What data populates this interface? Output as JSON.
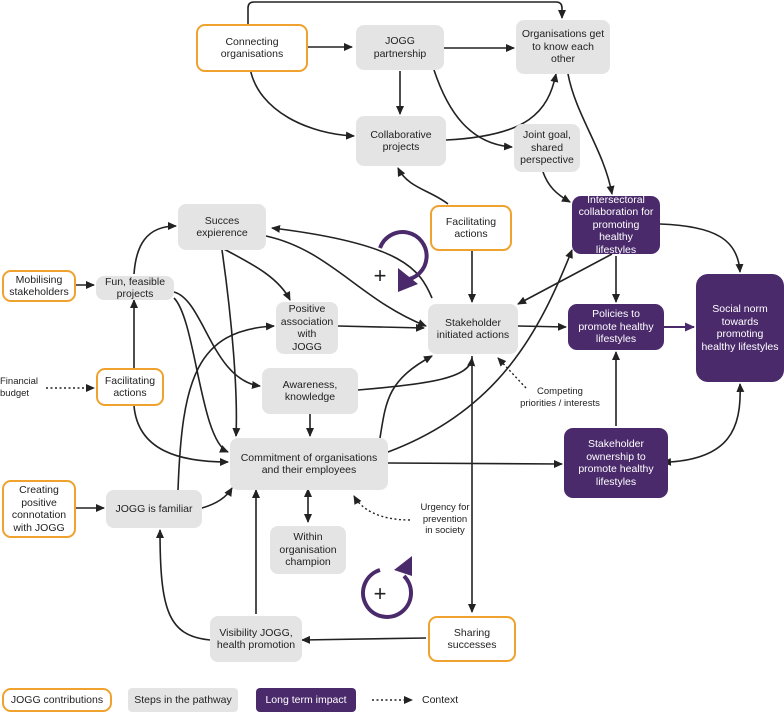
{
  "nodes": {
    "connecting_organisations": "Connecting\norganisations",
    "jogg_partnership": "JOGG partnership",
    "organisations_get_to_know": "Organisations get\nto know each\nother",
    "collaborative_projects": "Collaborative\nprojects",
    "joint_goal": "Joint goal,\nshared\nperspective",
    "intersectoral_collaboration": "Intersectoral\ncollaboration for\npromoting healthy\nlifestyles",
    "succes_experience": "Succes\nexpierence",
    "facilitating_actions_top": "Facilitating\nactions",
    "mobilising_stakeholders": "Mobilising\nstakeholders",
    "fun_feasible_projects": "Fun, feasible\nprojects",
    "positive_association": "Positive\nassociation with\nJOGG",
    "stakeholder_initiated": "Stakeholder\ninitiated actions",
    "policies": "Policies to\npromote healthy\nlifestyles",
    "social_norm": "Social norm\ntowards\npromoting\nhealthy lifestyles",
    "facilitating_actions_left": "Facilitating\nactions",
    "awareness_knowledge": "Awareness,\nknowledge",
    "commitment": "Commitment of organisations\nand their employees",
    "stakeholder_ownership": "Stakeholder\nownership to\npromote healthy\nlifestyles",
    "creating_positive_connotation": "Creating\npositive\nconnotation\nwith JOGG",
    "jogg_familiar": "JOGG is familiar",
    "within_organisation_champion": "Within\norganisation\nchampion",
    "visibility_jogg": "Visibility JOGG,\nhealth promotion",
    "sharing_successes": "Sharing\nsuccesses"
  },
  "context_labels": {
    "financial_budget": "Financial\nbudget",
    "competing_priorities": "Competing\npriorities / interests",
    "urgency_prevention": "Urgency for\nprevention\nin society"
  },
  "loop_symbols": [
    "+",
    "+"
  ],
  "legend": {
    "jogg_contributions": "JOGG contributions",
    "steps_in_pathway": "Steps in the pathway",
    "long_term_impact": "Long term impact",
    "context": "Context"
  },
  "colors": {
    "jogg_border": "#f0a22e",
    "step_fill": "#e4e4e4",
    "impact_fill": "#4a2a6b",
    "arrow": "#222222",
    "impact_arrow": "#4a2a6b"
  }
}
